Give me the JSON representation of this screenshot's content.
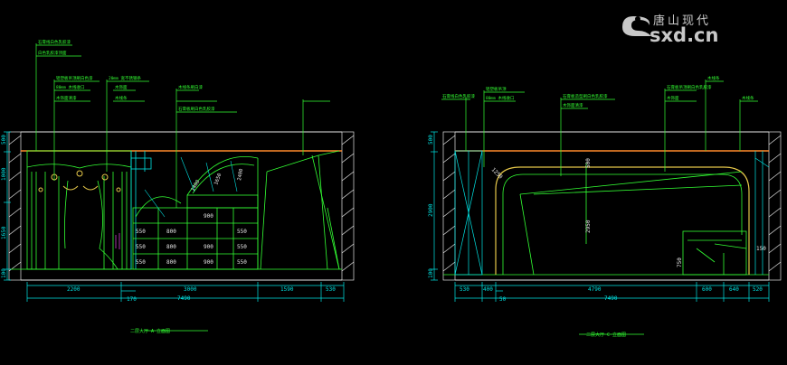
{
  "watermark": {
    "chinese": "唐山现代",
    "domain": "sxd.cn",
    "color": "#c8c8c8"
  },
  "colors": {
    "background": "#000000",
    "line_green": "#33ff33",
    "line_cyan": "#00e5e5",
    "line_white": "#e6e6e6",
    "line_orange": "#ff8a2a",
    "line_yellow": "#e6c84a",
    "line_magenta": "#d040d0"
  },
  "left_elevation": {
    "title": "二层大厅 A 立面图",
    "vertical_dims": [
      "500",
      "1000",
      "1650",
      "100"
    ],
    "bottom_dims": [
      "2200",
      "3000",
      "1590",
      "530"
    ],
    "sub_dim": "170",
    "total_dim": "7490",
    "cabinet_dims": [
      "550",
      "550",
      "550",
      "800",
      "800",
      "800",
      "900",
      "900",
      "900",
      "550",
      "550",
      "550"
    ],
    "callouts": [
      "1400",
      "1650",
      "2400"
    ],
    "annotations": [
      "石膏线白色乳胶漆",
      "白色乳胶漆顶面",
      "铝塑板吊顶刷白色漆",
      "80mm 木线收口",
      "木饰面清漆",
      "20mm 宽不锈钢条",
      "木饰面",
      "木线条",
      "木线条刷白漆",
      "石膏板刷白色乳胶漆"
    ]
  },
  "right_elevation": {
    "title": "二层大厅 C 立面图",
    "vertical_dims": [
      "500",
      "2900",
      "100"
    ],
    "bottom_dims": [
      "530",
      "400",
      "4790",
      "600",
      "640",
      "520"
    ],
    "sub_dim": "50",
    "total_dim": "7490",
    "inner_dims": [
      "2950",
      "500",
      "1250",
      "750",
      "150"
    ],
    "annotations": [
      "石膏线白色乳胶漆",
      "铝塑板吊顶",
      "80mm 木线收口",
      "石膏板造型刷白色乳胶漆",
      "木饰面清漆",
      "木线条",
      "石膏板吊顶刷白色乳胶漆",
      "木饰面",
      "木线条"
    ]
  }
}
